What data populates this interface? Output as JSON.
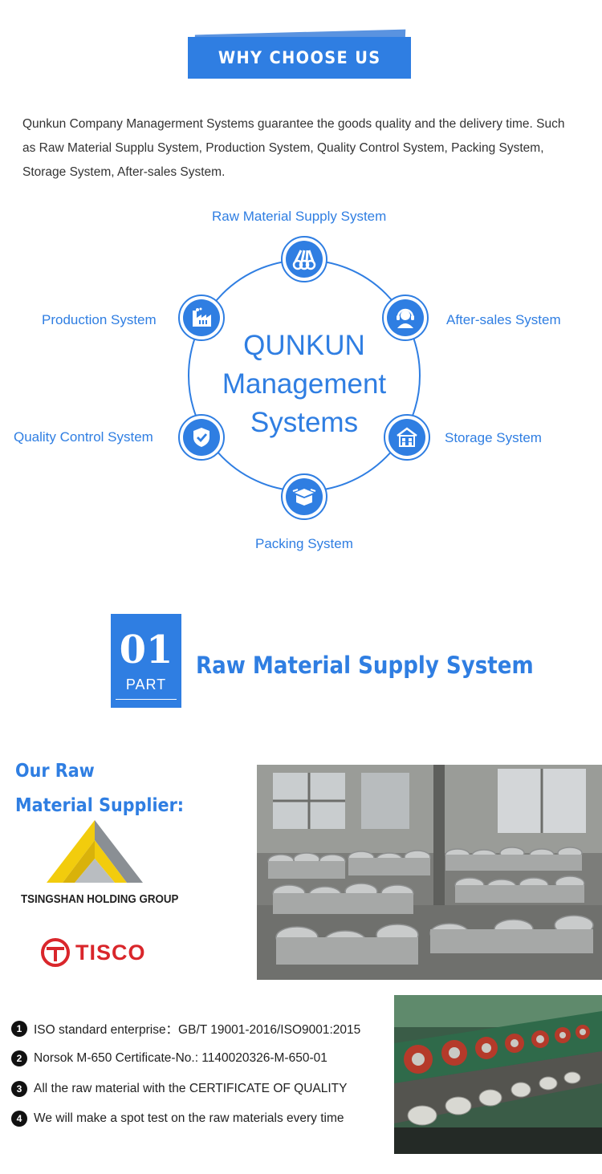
{
  "header": {
    "banner_title": "WHY CHOOSE US"
  },
  "intro": {
    "text": "Qunkun Company Managerment Systems guarantee the goods quality and the delivery time. Such as Raw Material Supplu System, Production System, Quality Control System, Packing System, Storage System, After-sales System."
  },
  "management": {
    "center_line1": "QUNKUN",
    "center_line2": "Management",
    "center_line3": "Systems",
    "nodes": [
      {
        "label": "Raw Material Supply System",
        "icon": "pipes-icon"
      },
      {
        "label": "After-sales System",
        "icon": "headset-agent-icon"
      },
      {
        "label": "Storage System",
        "icon": "warehouse-icon"
      },
      {
        "label": "Packing System",
        "icon": "box-icon"
      },
      {
        "label": "Quality Control System",
        "icon": "shield-check-icon"
      },
      {
        "label": "Production System",
        "icon": "factory-icon"
      }
    ],
    "accent_color": "#2f7ee2"
  },
  "part": {
    "number": "01",
    "word": "PART",
    "title": "Raw Material Supply System"
  },
  "supplier": {
    "title_line1": "Our Raw",
    "title_line2": "Material Supplier:",
    "logo1_name": "TSINGSHAN HOLDING GROUP",
    "logo2_name": "TISCO"
  },
  "certifications": {
    "items": [
      {
        "num": "1",
        "text": "ISO standard enterprise：GB/T 19001-2016/ISO9001:2015"
      },
      {
        "num": "2",
        "text": "Norsok M-650 Certificate-No.: 1140020326-M-650-01"
      },
      {
        "num": "3",
        "text": "All the raw material with the CERTIFICATE OF QUALITY"
      },
      {
        "num": "4",
        "text": "We will make a spot test on the raw materials every time"
      }
    ]
  },
  "photos": {
    "warehouse_alt": "warehouse-wire-spools-photo",
    "machine_alt": "wire-drawing-machine-photo"
  }
}
